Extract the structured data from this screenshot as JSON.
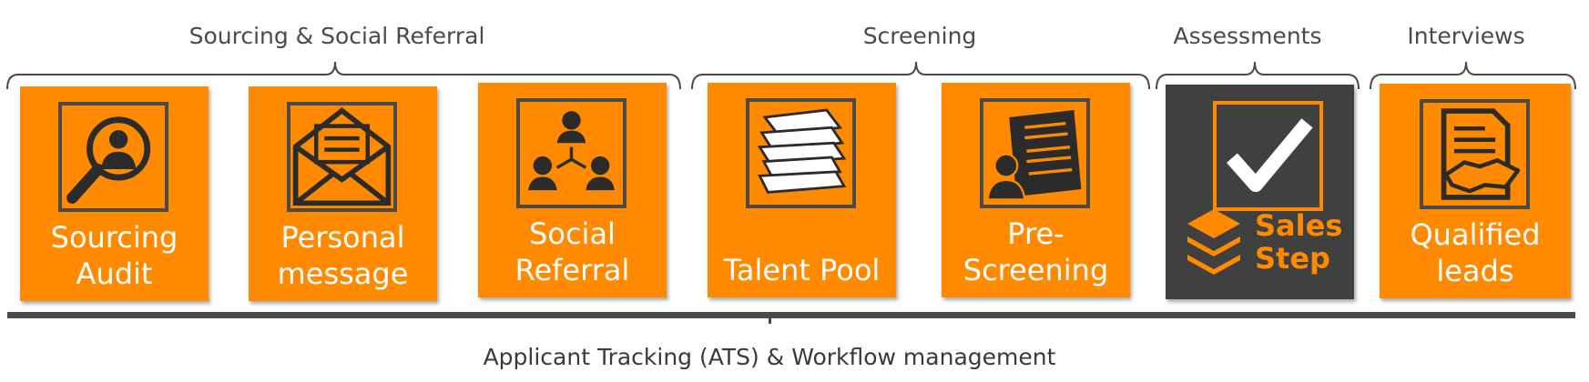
{
  "phases": [
    {
      "label": "Sourcing & Social Referral"
    },
    {
      "label": "Screening"
    },
    {
      "label": "Assessments"
    },
    {
      "label": "Interviews"
    }
  ],
  "steps": [
    {
      "line1": "Sourcing",
      "line2": "Audit",
      "icon": "magnifier-person-icon"
    },
    {
      "line1": "Personal",
      "line2": "message",
      "icon": "open-envelope-icon"
    },
    {
      "line1": "Social",
      "line2": "Referral",
      "icon": "people-network-icon"
    },
    {
      "line1": "Talent Pool",
      "line2": "",
      "icon": "paper-stack-icon"
    },
    {
      "line1": "Pre-",
      "line2": "Screening",
      "icon": "resume-person-icon"
    },
    {
      "line1": "Sales",
      "line2": "Step",
      "icon": "checkmark-icon"
    },
    {
      "line1": "Qualified",
      "line2": "leads",
      "icon": "document-handshake-icon"
    }
  ],
  "colors": {
    "tile": "#ff8a00",
    "tile_dark": "#404040",
    "line": "#4a4a4a"
  },
  "base": {
    "label": "Applicant Tracking (ATS) & Workflow management"
  }
}
